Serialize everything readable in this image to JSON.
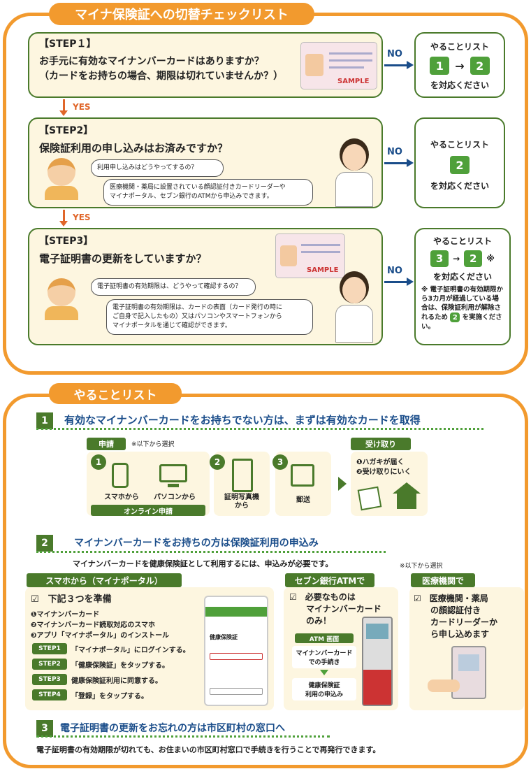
{
  "check": {
    "title": "マイナ保険証への切替チェックリスト"
  },
  "step1": {
    "label": "【STEP１】",
    "question": "お手元に有効なマイナンバーカードはありますか？\n（カードをお持ちの場合、期限は切れていませんか？）",
    "no": "NO",
    "side_title": "やることリスト",
    "a": "1",
    "b": "2",
    "side_bottom": "を対応ください",
    "card_sample": "SAMPLE"
  },
  "yes1": "YES",
  "step2": {
    "label": "【STEP2】",
    "question": "保険証利用の申し込みはお済みですか？",
    "bubble1": "利用申し込みはどうやってするの？",
    "bubble2": "医療機関・薬局に設置されている顔認証付きカードリーダーや\nマイナポータル、セブン銀行のATMから申込みできます。",
    "no": "NO",
    "side_title": "やることリスト",
    "a": "2",
    "side_bottom": "を対応ください"
  },
  "yes2": "YES",
  "step3": {
    "label": "【STEP3】",
    "question": "電子証明書の更新をしていますか？",
    "bubble1": "電子証明書の有効期限は、どうやって確認するの？",
    "bubble2": "電子証明書の有効期限は、カードの表面（カード発行の時に\nご自身で記入したもの）又はパソコンやスマートフォンから\nマイナポータルを通じて確認ができます。",
    "no": "NO",
    "side_title": "やることリスト",
    "a": "3",
    "b": "2",
    "mark": "※",
    "side_bottom": "を対応ください",
    "note": "※ 電子証明書の有効期限から3カ月が経過している場合は、保険証利用が解除されるため",
    "note_num": "2",
    "note_tail": "を実施ください。",
    "card_sample": "SAMPLE"
  },
  "todo": {
    "title": "やることリスト"
  },
  "s1": {
    "num": "1",
    "title": "有効なマイナンバーカードをお持ちでない方は、まずは有効なカードを取得",
    "apply": "申請",
    "apply_note": "※以下から選択",
    "c1": "1",
    "smartphone": "スマホから",
    "pc": "パソコンから",
    "online": "オンライン申請",
    "c2": "2",
    "photo": "証明写真機\nから",
    "c3": "3",
    "mail": "郵送",
    "receive": "受け取り",
    "r1": "❶ハガキが届く",
    "r2": "❷受け取りにいく"
  },
  "s2": {
    "num": "2",
    "title": "マイナンバーカードをお持ちの方は保険証利用の申込み",
    "sub": "マイナンバーカードを健康保険証として利用するには、申込みが必要です。",
    "choose": "※以下から選択",
    "phone_head": "スマホから（マイナポータル）",
    "prep": "☑　下記３つを準備",
    "p1": "❶マイナンバーカード",
    "p2": "❷マイナンバーカード読取対応のスマホ",
    "p3": "❸アプリ「マイナポータル」のインストール",
    "st1": "STEP1",
    "st1t": "「マイナポータル」にログインする。",
    "st2": "STEP2",
    "st2t": "「健康保険証」をタップする。",
    "st3": "STEP3",
    "st3t": "健康保険証利用に同意する。",
    "st4": "STEP4",
    "st4t": "「登録」をタップする。",
    "phone_screen": "健康保険証",
    "atm_head": "セブン銀行ATMで",
    "atm_text": "☑　必要なものは\n　　マイナンバーカード\n　　のみ！",
    "atm_screen": "ATM 画面",
    "atm_f1": "マイナンバーカード\nでの手続き",
    "atm_f2": "健康保険証\n利用の申込み",
    "clinic_head": "医療機関で",
    "clinic_text": "☑　医療機関・薬局\n　　の顔認証付き\n　　カードリーダーか\n　　ら申し込めます"
  },
  "s3": {
    "num": "3",
    "title": "電子証明書の更新をお忘れの方は市区町村の窓口へ",
    "text": "電子証明書の有効期限が切れても、お住まいの市区町村窓口で手続きを行うことで再発行できます。"
  },
  "colors": {
    "orange": "#f29a2e",
    "green": "#4a7a2b",
    "navy": "#1a4d8a",
    "cream": "#fdf6e0"
  }
}
